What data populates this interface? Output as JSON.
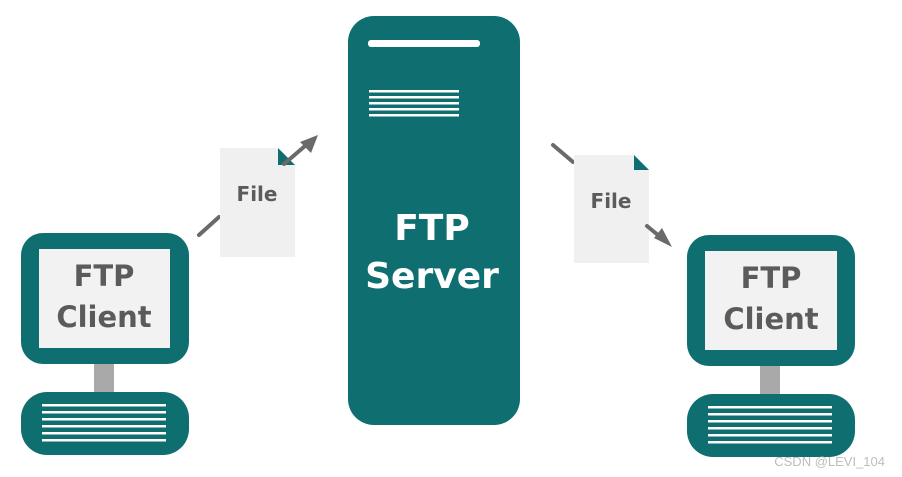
{
  "colors": {
    "teal": "#0f6e70",
    "teal_dark": "#0c6365",
    "screen_fill": "#f2f2f2",
    "paper_fill": "#f0f0f0",
    "paper_corner": "#0f6e70",
    "stand_gray": "#a9a9a9",
    "line_white": "#ffffff",
    "arrow_gray": "#6a6a6a",
    "text_dark": "#5b5b5b",
    "watermark": "#bdbdbd"
  },
  "server": {
    "label_line1": "FTP",
    "label_line2": "Server",
    "icon": "server-icon"
  },
  "client_left": {
    "label_line1": "FTP",
    "label_line2": "Client",
    "icon": "computer-icon"
  },
  "client_right": {
    "label_line1": "FTP",
    "label_line2": "Client",
    "icon": "computer-icon"
  },
  "file_left": {
    "label": "File",
    "icon": "document-icon"
  },
  "file_right": {
    "label": "File",
    "icon": "document-icon"
  },
  "watermark": "CSDN @LEVI_104"
}
